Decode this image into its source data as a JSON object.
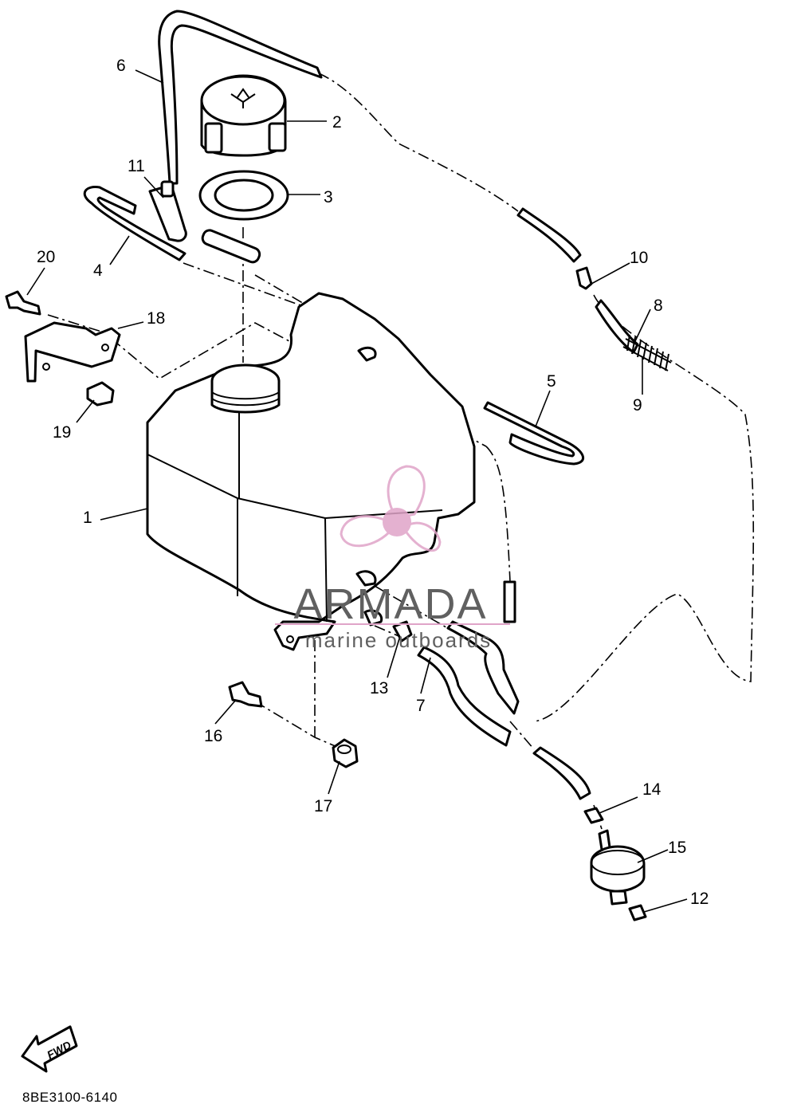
{
  "callouts": [
    {
      "n": "1"
    },
    {
      "n": "2"
    },
    {
      "n": "3"
    },
    {
      "n": "4"
    },
    {
      "n": "5"
    },
    {
      "n": "6"
    },
    {
      "n": "7"
    },
    {
      "n": "8"
    },
    {
      "n": "9"
    },
    {
      "n": "10"
    },
    {
      "n": "11"
    },
    {
      "n": "12"
    },
    {
      "n": "13"
    },
    {
      "n": "14"
    },
    {
      "n": "15"
    },
    {
      "n": "16"
    },
    {
      "n": "17"
    },
    {
      "n": "18"
    },
    {
      "n": "19"
    },
    {
      "n": "20"
    }
  ],
  "watermark": {
    "brand": "ARMADA",
    "tagline": "marine outboards",
    "color": "#e0a4c8",
    "text_color": "#606060"
  },
  "fwd_arrow": {
    "label": "FWD"
  },
  "drawing_code": "8BE3100-6140",
  "icons": [
    "propeller-logo-icon",
    "fwd-arrow-icon"
  ]
}
